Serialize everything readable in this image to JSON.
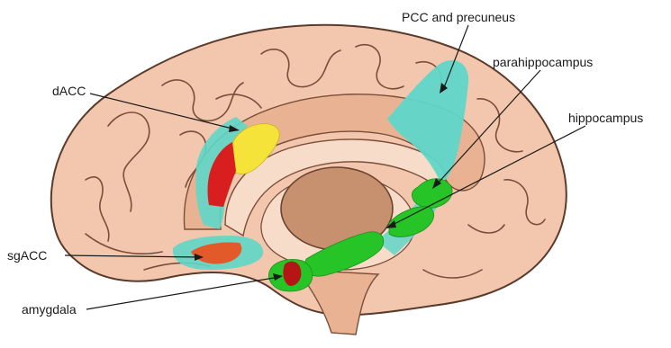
{
  "labels": {
    "pcc": "PCC and precuneus",
    "parahippocampus": "parahippocampus",
    "hippocampus": "hippocampus",
    "dacc": "dACC",
    "sgacc": "sgACC",
    "amygdala": "amygdala"
  },
  "colors": {
    "cortex": "#f2c7ad",
    "cortex_dark": "#e9b393",
    "white_matter": "#f7ddc9",
    "thalamus": "#c7906f",
    "cyan": "#5fd6c8",
    "green": "#27c427",
    "yellow": "#f5e33a",
    "red": "#d81e1e",
    "outline": "#5a3a2a"
  }
}
